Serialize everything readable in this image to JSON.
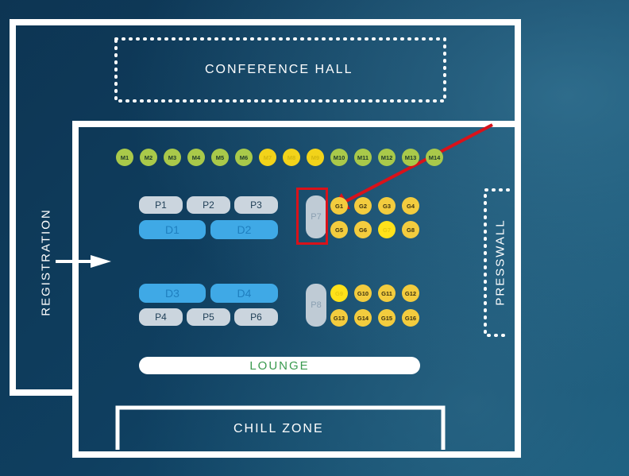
{
  "zones": {
    "conference_hall": "CONFERENCE HALL",
    "registration": "REGISTRATION",
    "presswall": "PRESSWALL",
    "lounge": "LOUNGE",
    "chill_zone": "CHILL ZONE"
  },
  "m_booths": [
    "M1",
    "M2",
    "M3",
    "M4",
    "M5",
    "M6",
    "M7",
    "M8",
    "M9",
    "M10",
    "M11",
    "M12",
    "M13",
    "M14"
  ],
  "p_top": [
    "P1",
    "P2",
    "P3"
  ],
  "d_top": [
    "D1",
    "D2"
  ],
  "d_bottom": [
    "D3",
    "D4"
  ],
  "p_bottom": [
    "P4",
    "P5",
    "P6"
  ],
  "tall": [
    "P7",
    "P8"
  ],
  "g_row1": [
    "G1",
    "G2",
    "G3",
    "G4"
  ],
  "g_row2": [
    "G5",
    "G6",
    "G7",
    "G8"
  ],
  "g_row3": [
    "G9",
    "G10",
    "G11",
    "G12"
  ],
  "g_row4": [
    "G13",
    "G14",
    "G15",
    "G16"
  ],
  "highlighted_booth": "P7",
  "colors": {
    "background": "#0f3d5e",
    "m_booth": "#a9c94a",
    "g_booth": "#f3cc3e",
    "d_booth": "#3fa9e6",
    "p_booth": "#cbd5de",
    "highlight": "#d9121a",
    "lounge_text": "#3a9a4f"
  }
}
